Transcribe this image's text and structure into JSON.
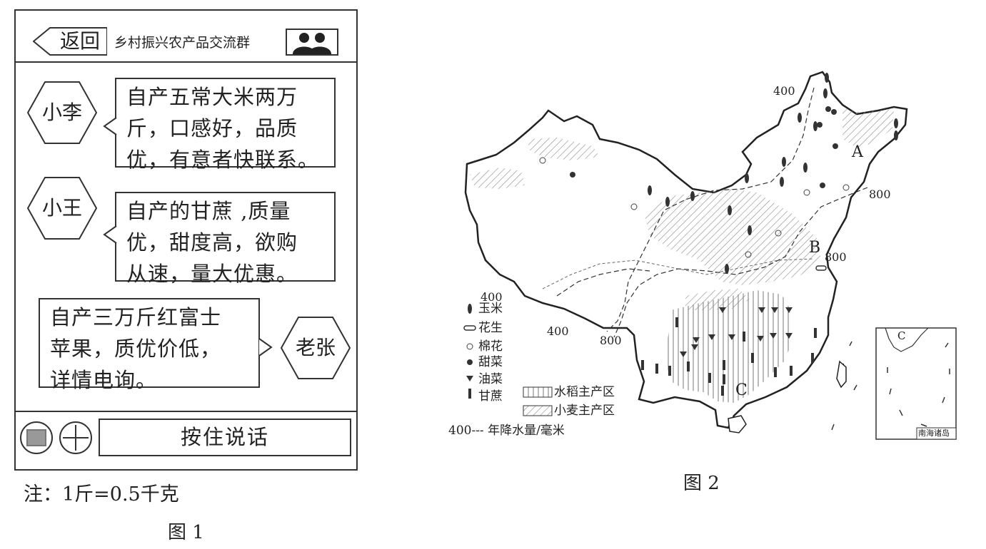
{
  "figure1": {
    "back_label": "返回",
    "group_title": "乡村振兴农产品交流群",
    "messages": [
      {
        "sender": "小李",
        "text_lines": [
          "自产五常大米两万",
          "斤，口感好，品质",
          "优，有意者快联系。"
        ]
      },
      {
        "sender": "小王",
        "text_lines": [
          "自产的甘蔗 ,质量",
          "优，甜度高，欲购",
          "从速，量大优惠。"
        ]
      },
      {
        "sender": "老张",
        "text_lines": [
          "自产三万斤红富士",
          "苹果，质优价低，",
          "详情电询。"
        ]
      }
    ],
    "talk_button": "按住说话",
    "note": "注：1斤=0.5千克",
    "caption": "图 1"
  },
  "figure2": {
    "caption": "图 2",
    "point_labels": [
      "A",
      "B",
      "C"
    ],
    "isohyet_labels": [
      "400",
      "800",
      "800",
      "400",
      "400",
      "800"
    ],
    "inset_label": "C",
    "inset_caption": "南海诸岛",
    "legend": {
      "crops": [
        "玉米",
        "花生",
        "棉花",
        "甜菜",
        "油菜",
        "甘蔗"
      ],
      "areas": [
        "水稻主产区",
        "小麦主产区"
      ],
      "isohyet": "400--- 年降水量/毫米"
    }
  }
}
